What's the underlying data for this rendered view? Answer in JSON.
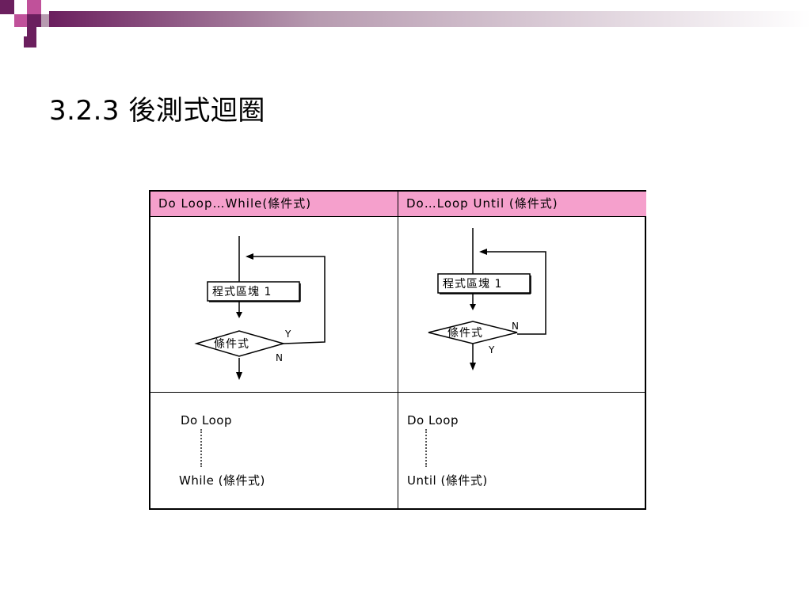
{
  "slide": {
    "title": "3.2.3 後測式迴圈"
  },
  "theme": {
    "accent_purple": "#6b1f5e",
    "accent_pink": "#c0519a",
    "header_cell_color": "#f5a0cc"
  },
  "table": {
    "headers": [
      "Do Loop…While(條件式)",
      "Do…Loop Until (條件式)"
    ],
    "left_diagram": {
      "block_label": "程式區塊 1",
      "condition_label": "條件式",
      "yes_label": "Y",
      "no_label": "N"
    },
    "right_diagram": {
      "block_label": "程式區塊 1",
      "condition_label": "條件式",
      "no_label": "N",
      "yes_label": "Y"
    },
    "left_code": {
      "start": "Do Loop",
      "end": "While (條件式)"
    },
    "right_code": {
      "start": "Do Loop",
      "end": "Until (條件式)"
    }
  }
}
